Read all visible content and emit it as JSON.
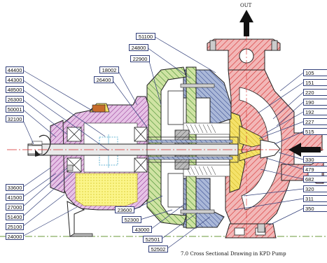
{
  "out_label": "OUT",
  "caption": "7.0 Cross Sectional Drawing in KPD Pump",
  "labels_left": [
    "44400",
    "44300",
    "48500",
    "26300",
    "50001",
    "32100",
    "33600",
    "41500",
    "27000",
    "51400",
    "25100",
    "24000"
  ],
  "labels_top": [
    "51100",
    "24800",
    "22900",
    "18002",
    "26400"
  ],
  "labels_bottom": [
    "23600",
    "52300",
    "43000",
    "52501",
    "52502"
  ],
  "labels_right": [
    "105",
    "151",
    "220",
    "190",
    "192",
    "227",
    "515",
    "330",
    "479",
    "682",
    "320",
    "311",
    "350"
  ]
}
